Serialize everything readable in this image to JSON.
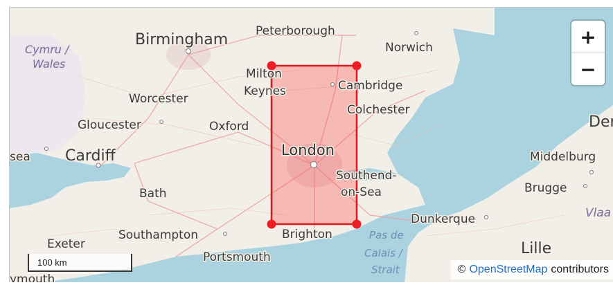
{
  "map": {
    "labels": {
      "birmingham": "Birmingham",
      "peterborough": "Peterborough",
      "norwich": "Norwich",
      "cymru": "Cymru /",
      "wales": "Wales",
      "milton": "Milton",
      "keynes": "Keynes",
      "cambridge": "Cambridge",
      "worcester": "Worcester",
      "colchester": "Colchester",
      "gloucester": "Gloucester",
      "oxford": "Oxford",
      "swansea": "sea",
      "cardiff": "Cardiff",
      "london": "London",
      "middelburg": "Middelburg",
      "den": "Den",
      "southend": "Southend-",
      "on_sea": "on-Sea",
      "bath": "Bath",
      "brugge": "Brugge",
      "vlaa": "Vlaa",
      "dunkerque": "Dunkerque",
      "southampton": "Southampton",
      "brighton": "Brighton",
      "pas_de": "Pas de",
      "calais": "Calais /",
      "strait": "Strait",
      "exeter": "Exeter",
      "lille": "Lille",
      "portsmouth": "Portsmouth",
      "plymouth": "ymouth"
    },
    "selection": {
      "fill_color": "#ff3b3b",
      "stroke_color": "#e0161b"
    },
    "colors": {
      "land": "#f2efe9",
      "sea": "#aad3df",
      "urban": "#e8d9d9"
    }
  },
  "zoom": {
    "in_label": "+",
    "out_label": "−"
  },
  "scale": {
    "label": "100 km"
  },
  "attribution": {
    "copyright": "©",
    "link": "OpenStreetMap",
    "suffix": "contributors"
  }
}
